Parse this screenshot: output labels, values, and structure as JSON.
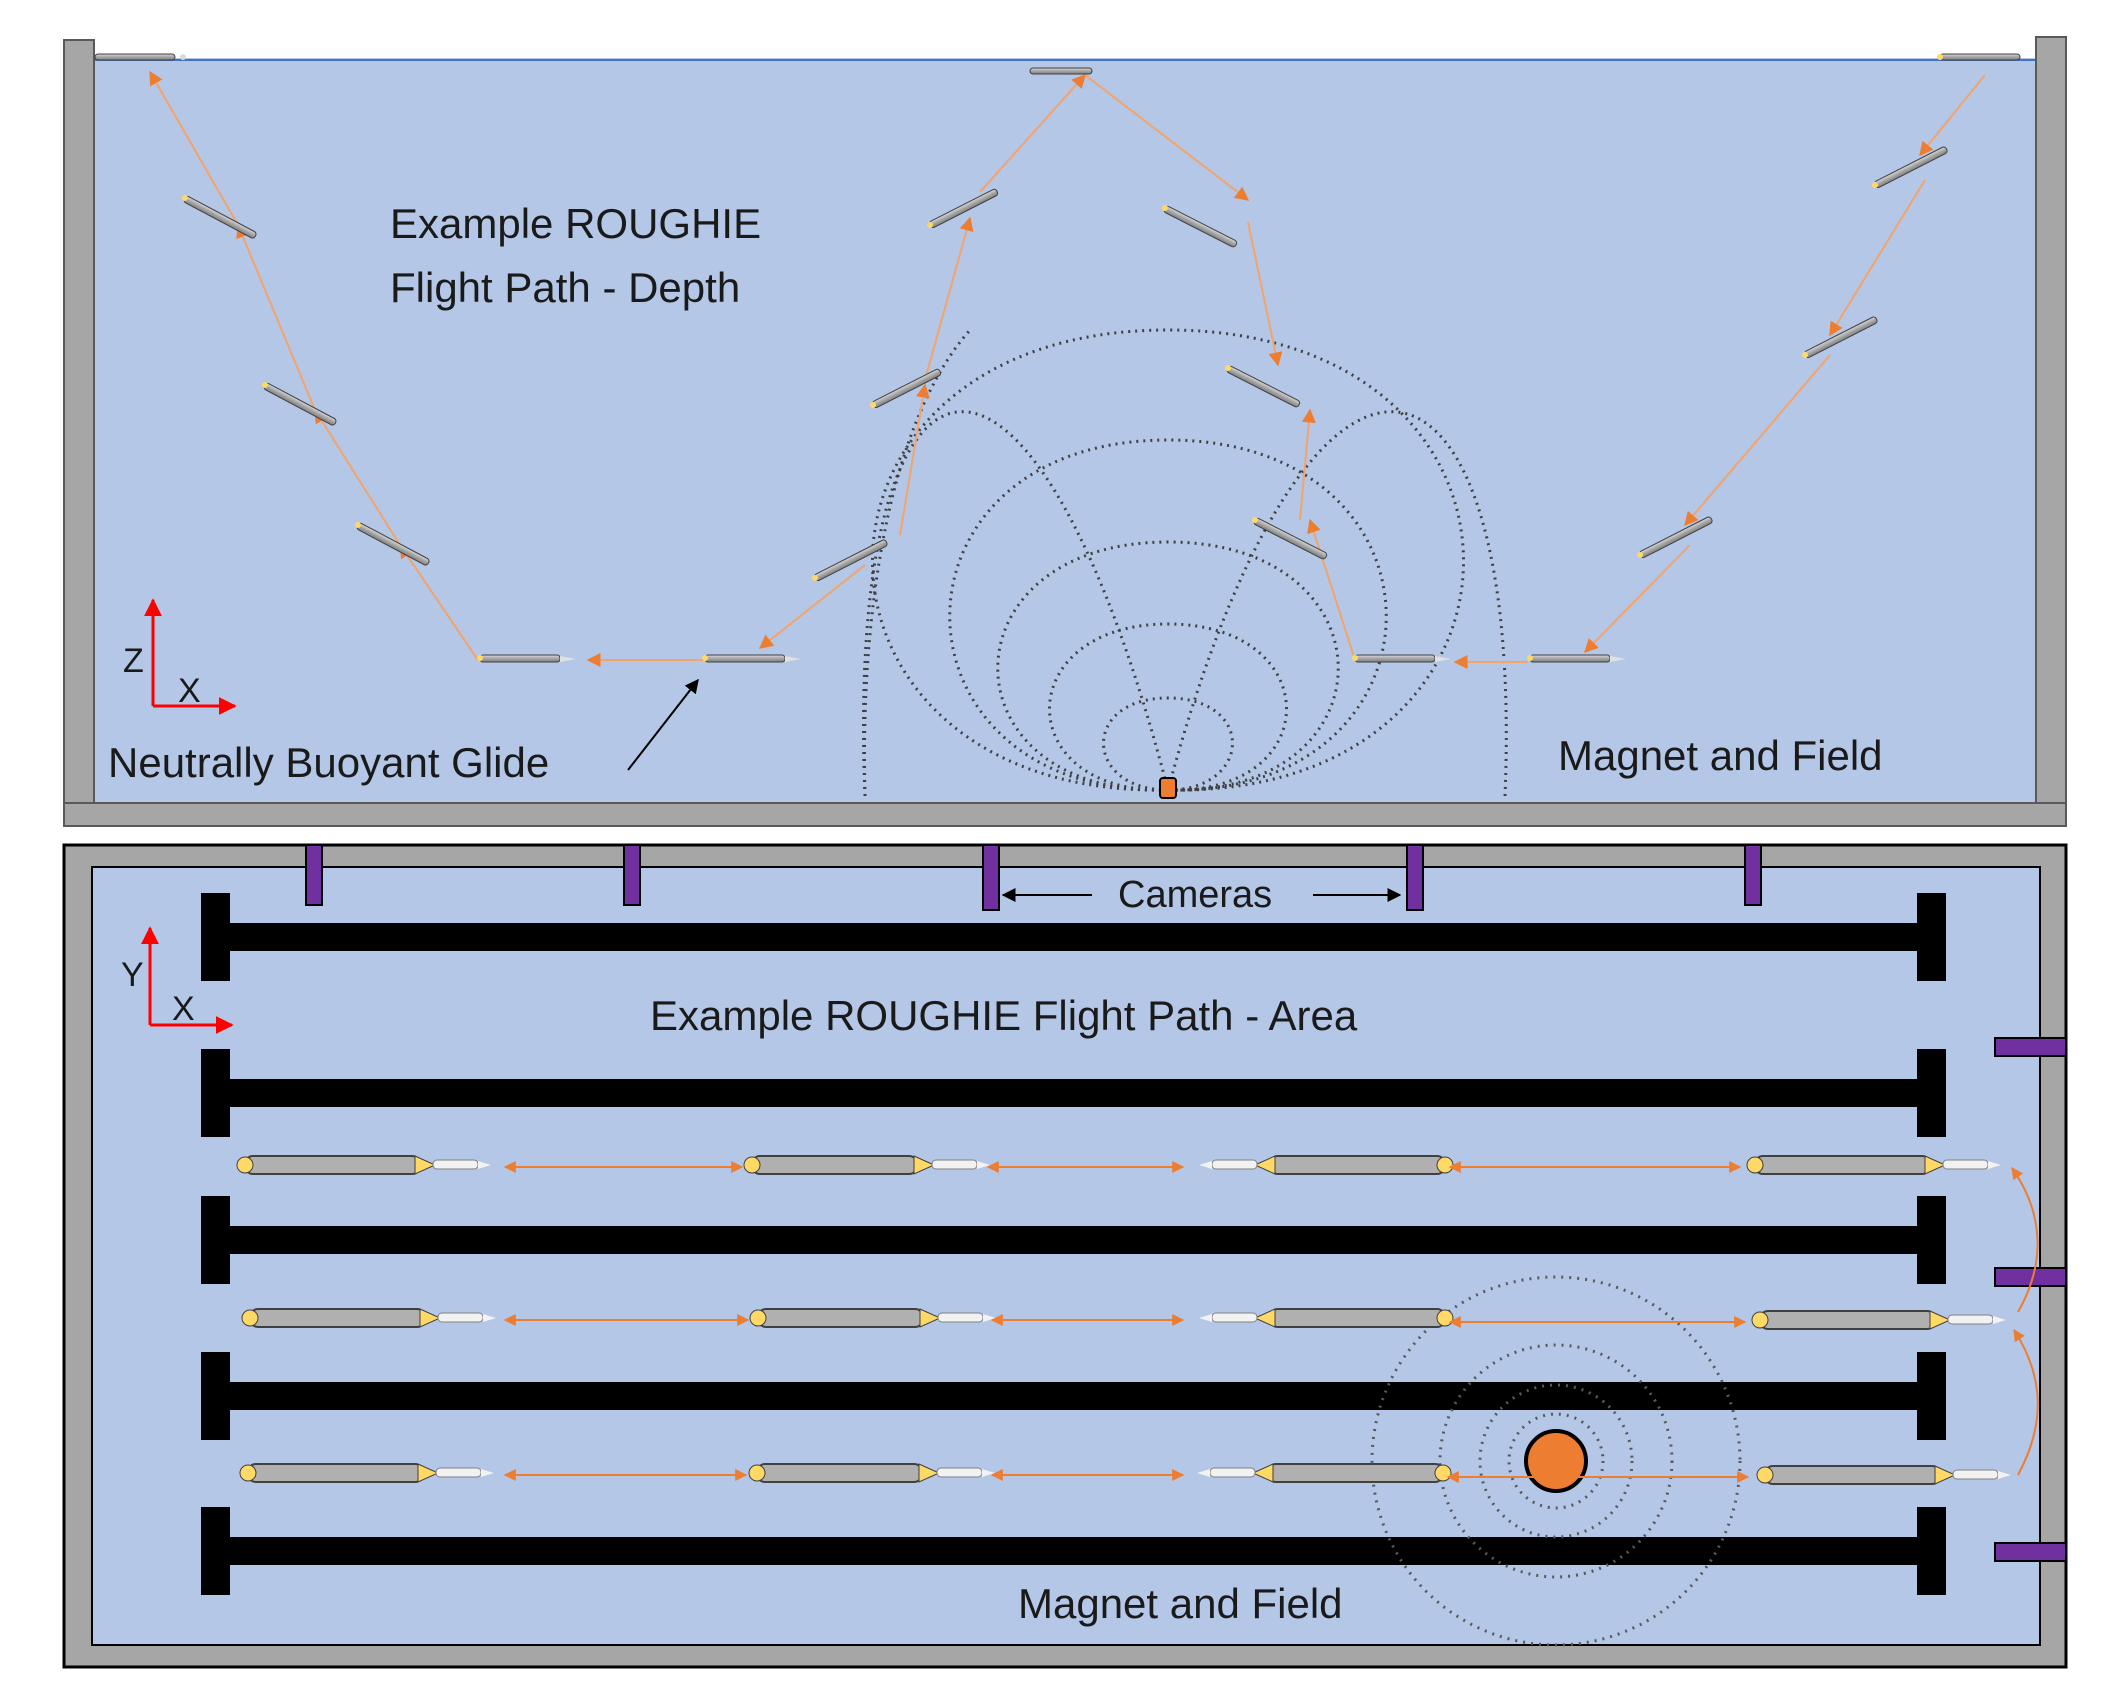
{
  "depth_panel": {
    "title_line1": "Example ROUGHIE",
    "title_line2": "Flight Path - Depth",
    "glide_label": "Neutrally Buoyant Glide",
    "magnet_label": "Magnet and Field",
    "axis_vertical": "Z",
    "axis_horizontal": "X"
  },
  "area_panel": {
    "title": "Example ROUGHIE Flight Path - Area",
    "cameras_label": "Cameras",
    "magnet_label": "Magnet and Field",
    "axis_vertical": "Y",
    "axis_horizontal": "X"
  },
  "colors": {
    "water": "#b4c7e7",
    "tank_wall": "#a6a6a6",
    "path_arrow": "#f4a36a",
    "lane_arrow": "#ed7d31",
    "magnet": "#ed7d31",
    "camera": "#7030a0",
    "rack": "#000000",
    "axis": "#ff0000",
    "field_line": "#404040"
  }
}
